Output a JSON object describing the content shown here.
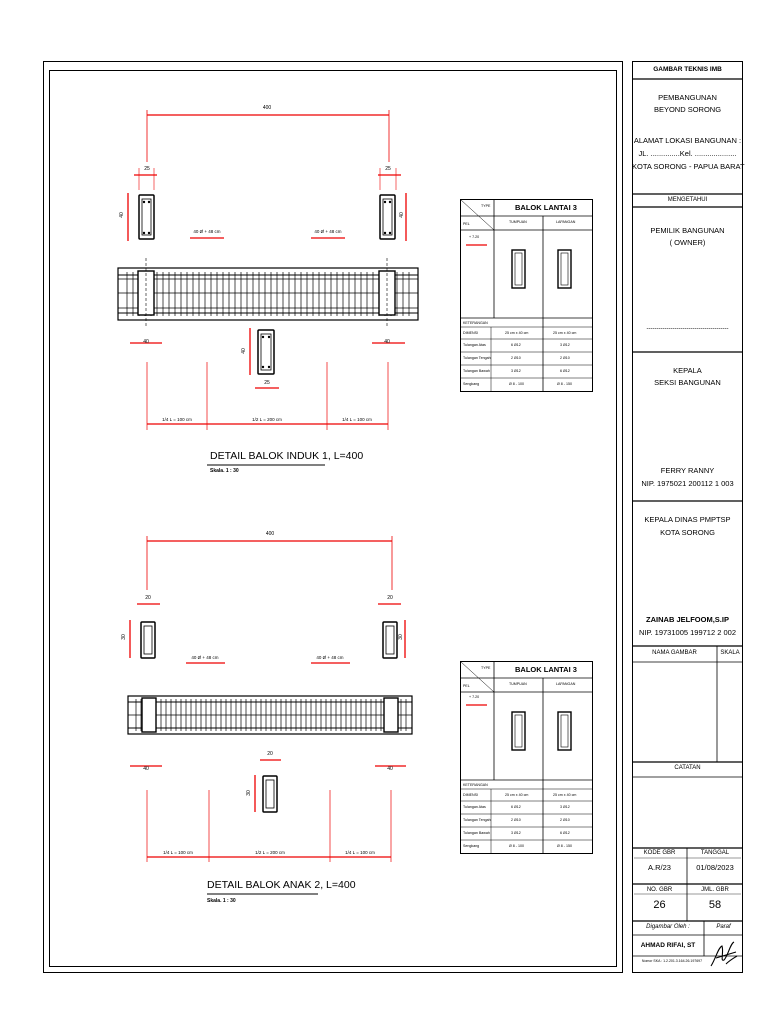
{
  "drawing": {
    "beam1": {
      "dims": {
        "span": "400",
        "col_w_left": "25",
        "col_w_right": "25",
        "col_h_left": "40",
        "col_h_right": "40",
        "stirrup_left": "40 Ø + 48 cm",
        "stirrup_right": "40 Ø + 48 cm",
        "support_left": "40",
        "support_right": "40",
        "mid_h": "40",
        "mid_w": "25",
        "quarter_left": "1/4 L = 100 cm",
        "half": "1/2 L = 200 cm",
        "quarter_right": "1/4 L = 100 cm"
      },
      "title": "DETAIL BALOK INDUK  1, L=400",
      "scale": "Skala. 1 : 30"
    },
    "beam2": {
      "dims": {
        "span": "400",
        "col_w_left": "20",
        "col_w_right": "20",
        "col_h_left": "30",
        "col_h_right": "30",
        "stirrup_left": "40 Ø + 48 cm",
        "stirrup_right": "40 Ø + 48 cm",
        "support_left": "40",
        "support_right": "40",
        "mid_h": "30",
        "mid_w": "20",
        "quarter_left": "1/4 L = 100 cm",
        "half": "1/2 L = 200 cm",
        "quarter_right": "1/4 L = 100 cm"
      },
      "title": "DETAIL BALOK ANAK 2, L=400",
      "scale": "Skala. 1 : 30"
    },
    "table1": {
      "type": "TYPE",
      "title": "BALOK LANTAI 3",
      "pel": "PEL",
      "col1": "TUMPUAN",
      "col2": "LAPANGAN",
      "elev": "+ 7.20",
      "keterangan": "KETERANGAN",
      "rows": [
        {
          "label": "DIMENSI",
          "tumpuan": "25 cm x 40 cm",
          "lapangan": "25 cm x 40 cm"
        },
        {
          "label": "Tulangan Atas",
          "tumpuan": "6 Ø12",
          "lapangan": "3 Ø12"
        },
        {
          "label": "Tulangan Tengah",
          "tumpuan": "2 Ø10",
          "lapangan": "2 Ø10"
        },
        {
          "label": "Tulangan Bawah",
          "tumpuan": "3 Ø12",
          "lapangan": "6 Ø12"
        },
        {
          "label": "Sengkang",
          "tumpuan": "Ø 8 - 100",
          "lapangan": "Ø 8 - 150"
        }
      ]
    },
    "table2": {
      "type": "TYPE",
      "title": "BALOK LANTAI 3",
      "pel": "PEL",
      "col1": "TUMPUAN",
      "col2": "LAPANGAN",
      "elev": "+ 7.20",
      "keterangan": "KETERANGAN",
      "rows": [
        {
          "label": "DIMENSI",
          "tumpuan": "25 cm x 40 cm",
          "lapangan": "25 cm x 40 cm"
        },
        {
          "label": "Tulangan Atas",
          "tumpuan": "6 Ø12",
          "lapangan": "3 Ø12"
        },
        {
          "label": "Tulangan Tengah",
          "tumpuan": "2 Ø10",
          "lapangan": "2 Ø10"
        },
        {
          "label": "Tulangan Bawah",
          "tumpuan": "3 Ø12",
          "lapangan": "6 Ø12"
        },
        {
          "label": "Sengkang",
          "tumpuan": "Ø 8 - 100",
          "lapangan": "Ø 8 - 150"
        }
      ]
    }
  },
  "title_block": {
    "header": "GAMBAR TEKNIS IMB",
    "project_line1": "PEMBANGUNAN",
    "project_line2": "BEYOND SORONG",
    "address_label": "ALAMAT LOKASI BANGUNAN :",
    "address_line": "JL. ..............Kel. ....................",
    "city": "KOTA SORONG - PAPUA BARAT",
    "mengetahui": "MENGETAHUI",
    "owner_line1": "PEMILIK BANGUNAN",
    "owner_line2": "( OWNER)",
    "owner_sign": "-----------------------------------------",
    "kepala_line1": "KEPALA",
    "kepala_line2": "SEKSI BANGUNAN",
    "kepala_name": "FERRY RANNY",
    "kepala_nip": "NIP. 1975021 200112 1 003",
    "dinas_line1": "KEPALA DINAS PMPTSP",
    "dinas_line2": "KOTA SORONG",
    "dinas_name": "ZAINAB JELFOOM,S.IP",
    "dinas_nip": "NIP. 19731005 199712 2 002",
    "nama_gambar": "NAMA GAMBAR",
    "skala": "SKALA",
    "catatan": "CATATAN",
    "kode_label": "KODE GBR",
    "tanggal_label": "TANGGAL",
    "kode_value": "A.R/23",
    "tanggal_value": "01/08/2023",
    "no_label": "NO. GBR",
    "jml_label": "JML. GBR",
    "no_value": "26",
    "jml_value": "58",
    "digambar_label": "Digambar Oleh :",
    "paraf_label": "Paraf",
    "drafter": "AHMAD RIFAI, ST",
    "ska": "Nomor SKA : 1.2.201.3.164.26.197697"
  }
}
